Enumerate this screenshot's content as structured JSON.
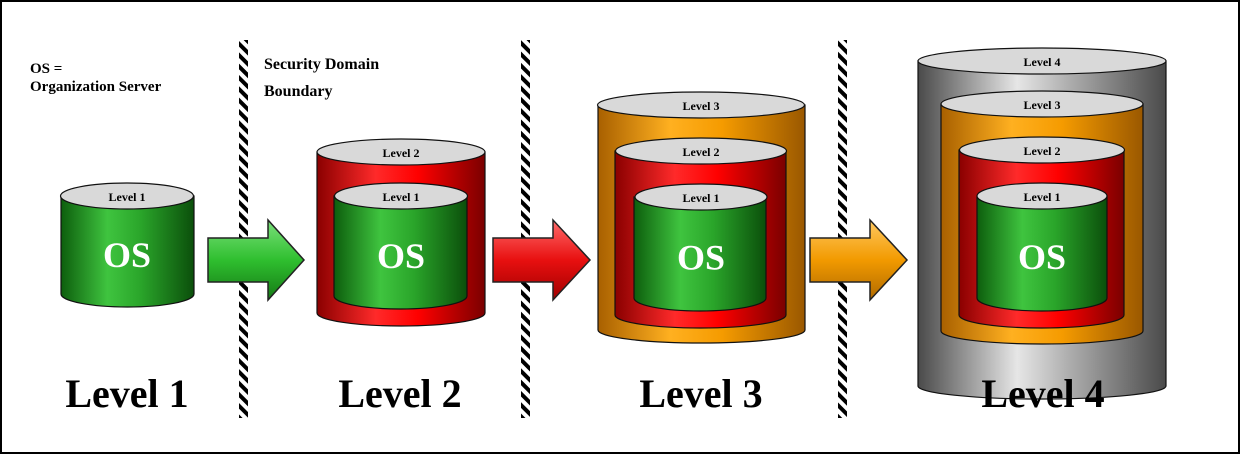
{
  "legend": {
    "line1": "OS =",
    "line2": "Organization Server"
  },
  "boundary_label": {
    "line1": "Security Domain",
    "line2": "Boundary"
  },
  "stages": [
    {
      "caption": "Level 1",
      "server_label": "OS",
      "layers": [
        "Level 1"
      ]
    },
    {
      "caption": "Level 2",
      "server_label": "OS",
      "layers": [
        "Level 2",
        "Level 1"
      ]
    },
    {
      "caption": "Level 3",
      "server_label": "OS",
      "layers": [
        "Level 3",
        "Level 2",
        "Level 1"
      ]
    },
    {
      "caption": "Level 4",
      "server_label": "OS",
      "layers": [
        "Level 4",
        "Level 3",
        "Level 2",
        "Level 1"
      ]
    }
  ],
  "colors": {
    "level1": "#22a022",
    "level2": "#e00000",
    "level3": "#f29a00",
    "level4": "#8a8a8a",
    "arrow_green": "#2fbf2f",
    "arrow_red": "#e81010",
    "arrow_orange": "#f29a00",
    "lid": "#d9d9d9",
    "border": "#000000"
  }
}
